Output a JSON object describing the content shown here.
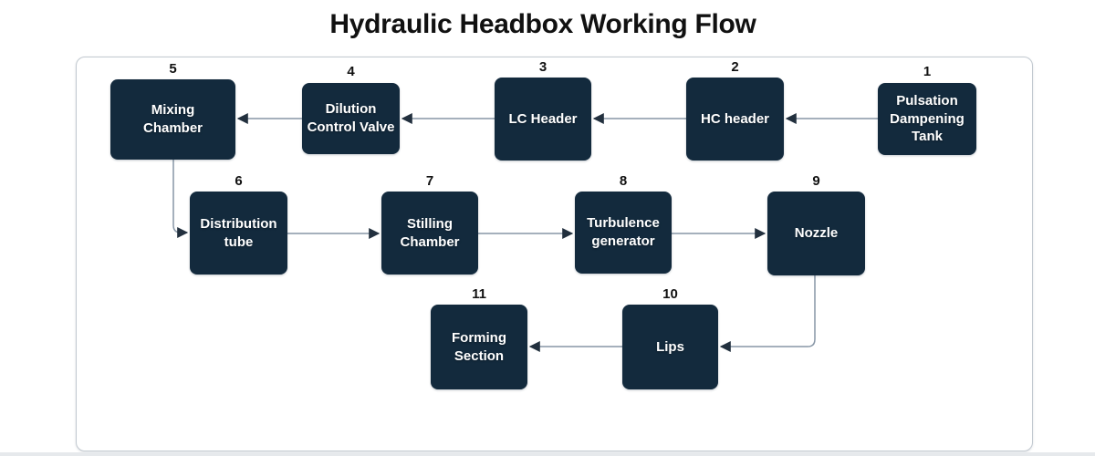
{
  "title": "Hydraulic Headbox Working Flow",
  "diagram": {
    "nodes": [
      {
        "number": "1",
        "label": "Pulsation Dampening Tank"
      },
      {
        "number": "2",
        "label": "HC header"
      },
      {
        "number": "3",
        "label": "LC Header"
      },
      {
        "number": "4",
        "label": "Dilution Control Valve"
      },
      {
        "number": "5",
        "label": "Mixing Chamber"
      },
      {
        "number": "6",
        "label": "Distribution tube"
      },
      {
        "number": "7",
        "label": "Stilling Chamber"
      },
      {
        "number": "8",
        "label": "Turbulence generator"
      },
      {
        "number": "9",
        "label": "Nozzle"
      },
      {
        "number": "10",
        "label": "Lips"
      },
      {
        "number": "11",
        "label": "Forming Section"
      }
    ],
    "edges": [
      {
        "from": "1",
        "to": "2"
      },
      {
        "from": "2",
        "to": "3"
      },
      {
        "from": "3",
        "to": "4"
      },
      {
        "from": "4",
        "to": "5"
      },
      {
        "from": "5",
        "to": "6"
      },
      {
        "from": "6",
        "to": "7"
      },
      {
        "from": "7",
        "to": "8"
      },
      {
        "from": "8",
        "to": "9"
      },
      {
        "from": "9",
        "to": "10"
      },
      {
        "from": "10",
        "to": "11"
      }
    ]
  },
  "colors": {
    "node_fill": "#132a3d",
    "node_text": "#ffffff",
    "number_text": "#111111",
    "connector_line": "#8796a6",
    "arrowhead": "#22303e",
    "frame_border": "#c2c9d0",
    "background": "#ffffff",
    "title_text": "#111111"
  }
}
